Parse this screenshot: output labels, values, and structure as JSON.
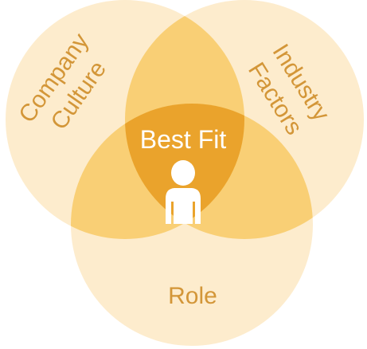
{
  "diagram": {
    "circles": [
      {
        "label_lines": [
          "Company",
          "Culture"
        ]
      },
      {
        "label_lines": [
          "Industry",
          "Factors"
        ]
      },
      {
        "label_lines": [
          "Role"
        ]
      }
    ],
    "center_label": "Best Fit",
    "center_icon": "person-icon",
    "colors": {
      "circle_fill": "#fdeccd",
      "pair_overlap_fill": "#f9cf75",
      "center_overlap_fill": "#eaa32c",
      "label_color": "#d39638",
      "center_text_color": "#ffffff",
      "icon_color": "#ffffff"
    }
  }
}
